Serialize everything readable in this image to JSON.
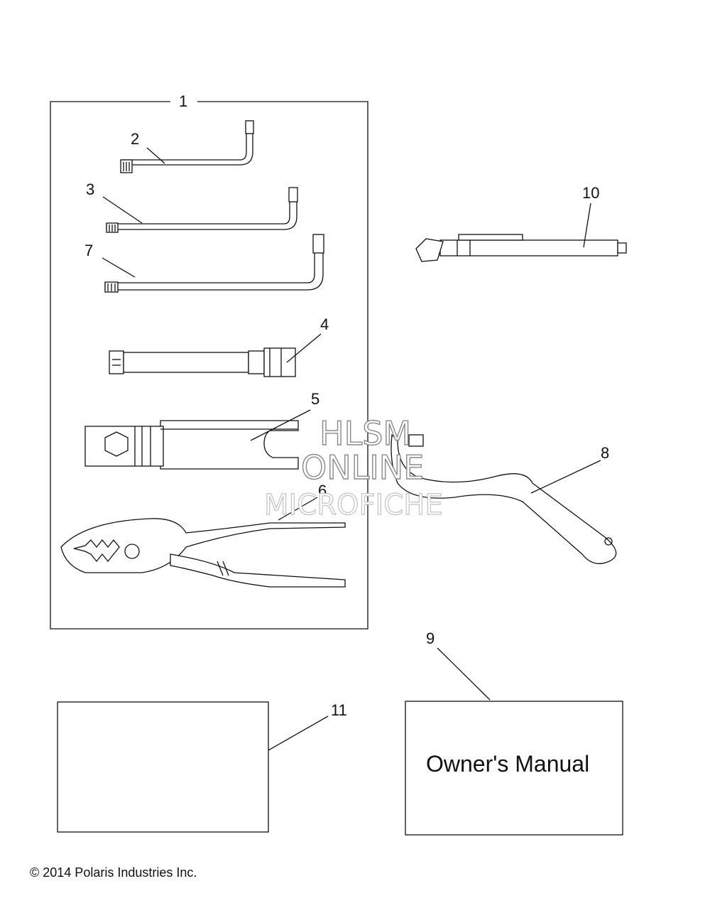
{
  "callouts": {
    "c1": "1",
    "c2": "2",
    "c3": "3",
    "c4": "4",
    "c5": "5",
    "c6": "6",
    "c7": "7",
    "c8": "8",
    "c9": "9",
    "c10": "10",
    "c11": "11"
  },
  "watermark": {
    "line1": "HLSM",
    "line2": "ONLINE",
    "line3": "MICROFICHE"
  },
  "manual_label": "Owner's Manual",
  "copyright": "© 2014 Polaris Industries Inc."
}
